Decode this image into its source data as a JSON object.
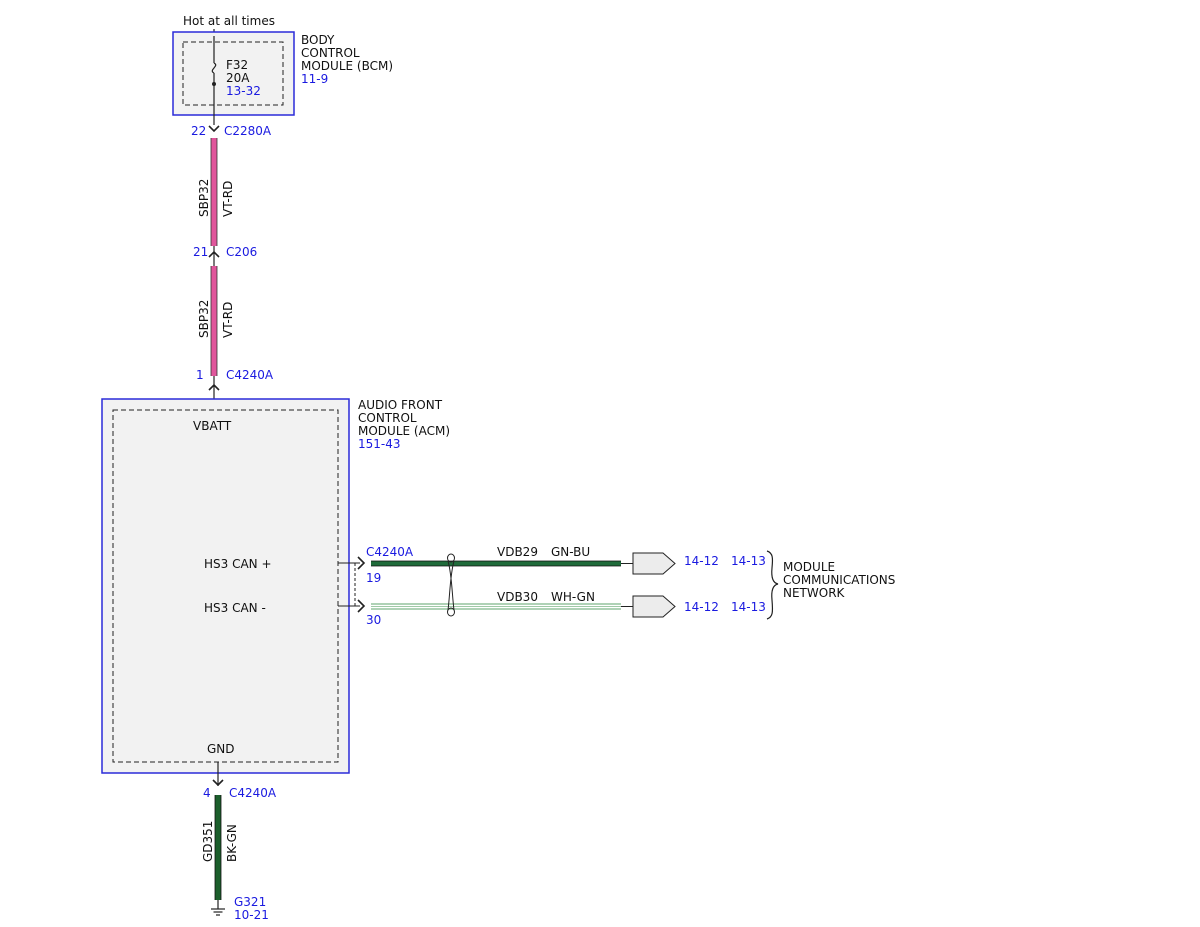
{
  "colors": {
    "background": "#ffffff",
    "module_border": "#2b2bd9",
    "module_fill": "#f2f2f2",
    "reference_text": "#1a1ae0",
    "wire_vt_rd": "#e0569b",
    "wire_gn_bu": "#1f6b3a",
    "wire_wh_gn": "#7fb88a",
    "wire_bk_gn": "#1b5e2b"
  },
  "power_source": {
    "label": "Hot at all times"
  },
  "bcm": {
    "name_lines": [
      "BODY",
      "CONTROL",
      "MODULE (BCM)"
    ],
    "page_ref": "11-9",
    "fuse": {
      "id": "F32",
      "rating": "20A",
      "ref": "13-32"
    }
  },
  "connectors": {
    "c2280a": {
      "pin": "22",
      "name": "C2280A"
    },
    "c206": {
      "pin": "21",
      "name": "C206"
    },
    "c4240a_power": {
      "pin": "1",
      "name": "C4240A"
    },
    "c4240a_can": {
      "name": "C4240A",
      "pin_plus": "19",
      "pin_minus": "30"
    },
    "c4240a_ground": {
      "pin": "4",
      "name": "C4240A"
    }
  },
  "wires": {
    "power_upper": {
      "circuit": "SBP32",
      "color": "VT-RD"
    },
    "power_lower": {
      "circuit": "SBP32",
      "color": "VT-RD"
    },
    "can_high": {
      "circuit": "VDB29",
      "color": "GN-BU",
      "ref_a": "14-12",
      "ref_b": "14-13"
    },
    "can_low": {
      "circuit": "VDB30",
      "color": "WH-GN",
      "ref_a": "14-12",
      "ref_b": "14-13"
    },
    "ground": {
      "circuit": "GD351",
      "color": "BK-GN"
    }
  },
  "acm": {
    "name_lines": [
      "AUDIO FRONT",
      "CONTROL",
      "MODULE (ACM)"
    ],
    "page_ref": "151-43",
    "pins": {
      "vbatt": "VBATT",
      "can_plus": "HS3 CAN +",
      "can_minus": "HS3 CAN -",
      "gnd": "GND"
    }
  },
  "network": {
    "name_lines": [
      "MODULE",
      "COMMUNICATIONS",
      "NETWORK"
    ]
  },
  "ground_point": {
    "name": "G321",
    "ref": "10-21"
  }
}
